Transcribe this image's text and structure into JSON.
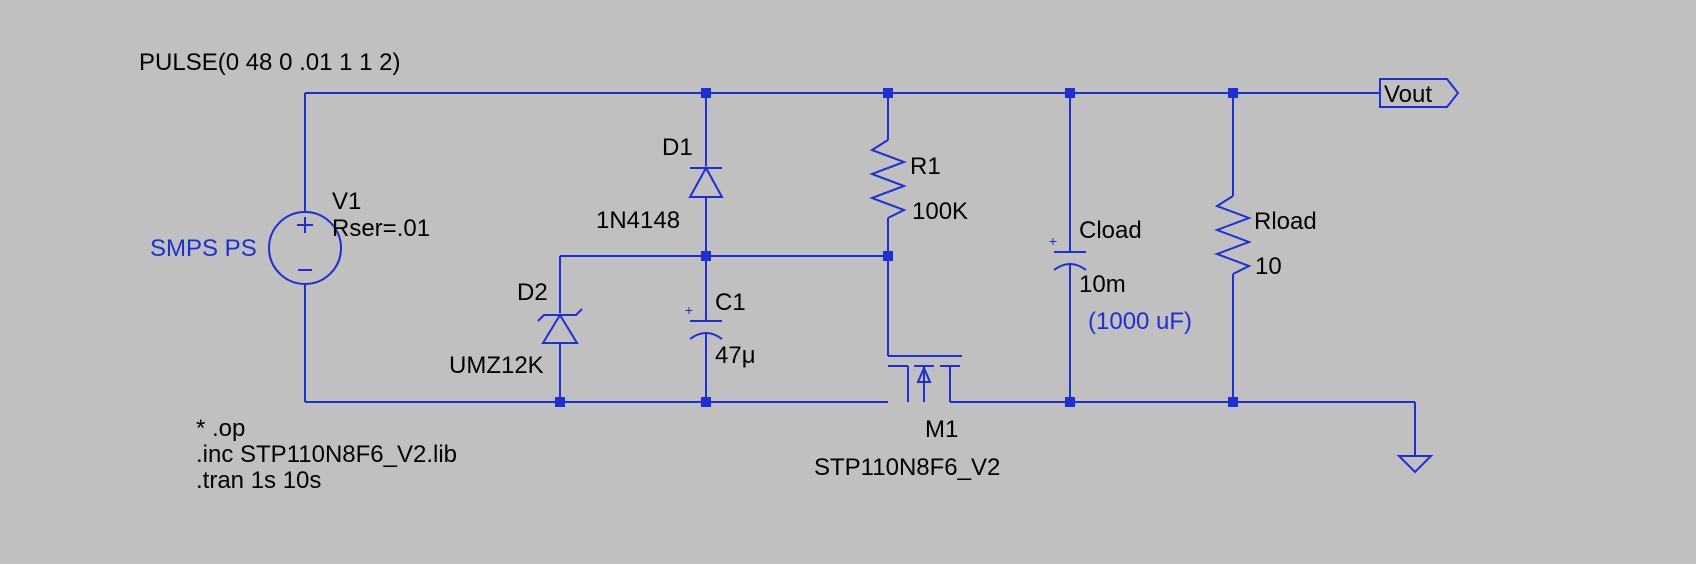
{
  "colors": {
    "background": "#c0c0c0",
    "wire": "#1f2fd6",
    "text": "#000000",
    "comment_text": "#1f2fd6"
  },
  "source": {
    "ref": "V1",
    "function": "PULSE(0 48 0 .01 1 1 2)",
    "param": "Rser=.01",
    "comment": "SMPS PS"
  },
  "d1": {
    "ref": "D1",
    "model": "1N4148"
  },
  "d2": {
    "ref": "D2",
    "model": "UMZ12K"
  },
  "c1": {
    "ref": "C1",
    "value": "47μ"
  },
  "r1": {
    "ref": "R1",
    "value": "100K"
  },
  "m1": {
    "ref": "M1",
    "model": "STP110N8F6_V2"
  },
  "cload": {
    "ref": "Cload",
    "value": "10m",
    "comment": "(1000 uF)"
  },
  "rload": {
    "ref": "Rload",
    "value": "10"
  },
  "net_label": "Vout",
  "directives": [
    "* .op",
    ".inc STP110N8F6_V2.lib",
    ".tran 1s 10s"
  ],
  "icons": {
    "ground": "ground-icon",
    "source": "voltage-source-icon"
  }
}
